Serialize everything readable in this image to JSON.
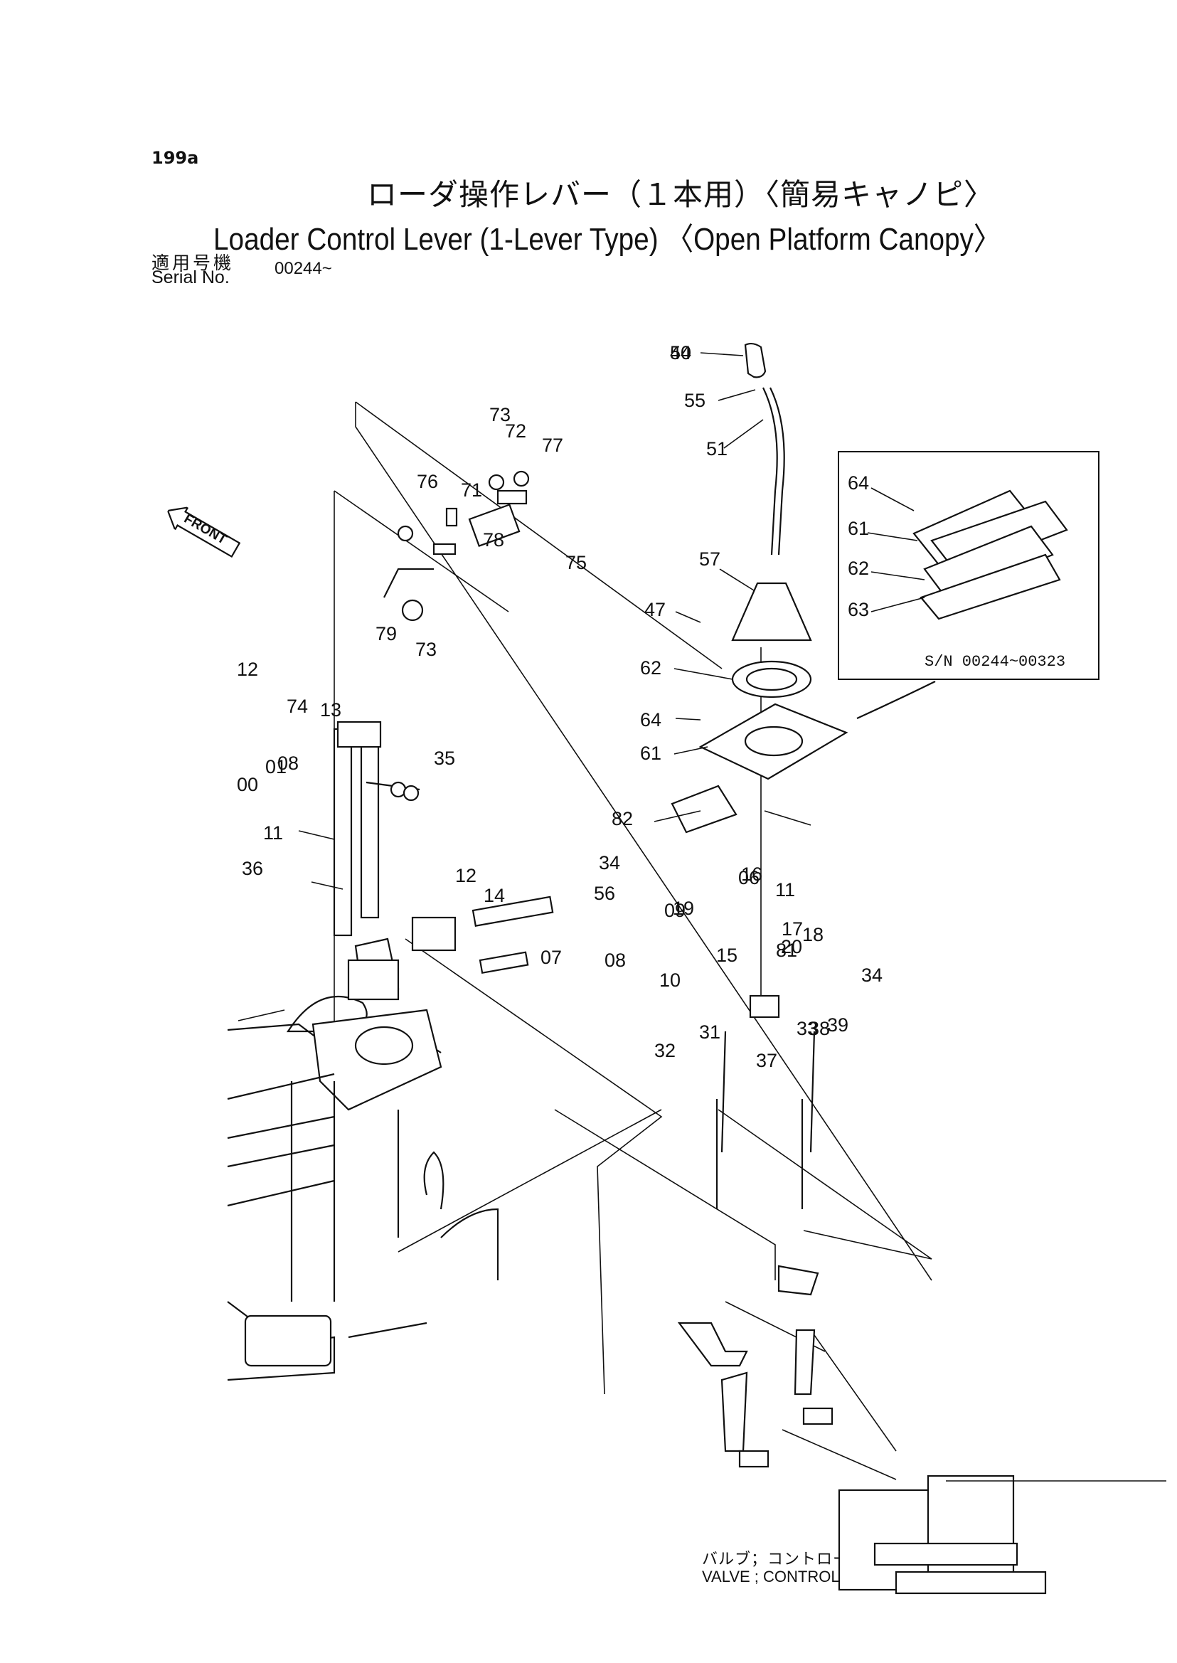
{
  "header": {
    "page_number": "199a",
    "title_jp": "ローダ操作レバー（１本用）〈簡易キャノピ〉",
    "title_en": "Loader Control Lever (1-Lever Type) 〈Open Platform Canopy〉",
    "serial_label_jp": "適用号機",
    "serial_label_en": "Serial No.",
    "serial_value": "00244~"
  },
  "front_marker": "FRONT",
  "inset": {
    "serial_range": "S/N  00244~00323",
    "labels": [
      "64",
      "61",
      "62",
      "63"
    ]
  },
  "valve_label": {
    "jp": "バルブ；コントロール",
    "en": "VALVE ; CONTROL"
  },
  "part_labels": [
    "54",
    "55",
    "51",
    "57",
    "47",
    "62",
    "64",
    "61",
    "82",
    "73",
    "72",
    "77",
    "76",
    "71",
    "78",
    "75",
    "79",
    "73",
    "74",
    "13",
    "12",
    "08",
    "00",
    "01",
    "35",
    "11",
    "36",
    "12",
    "14",
    "07",
    "34",
    "08",
    "10",
    "11",
    "56",
    "09",
    "19",
    "06",
    "20",
    "18",
    "17",
    "16",
    "15",
    "33",
    "81",
    "34",
    "31",
    "32",
    "37",
    "38",
    "39",
    "40"
  ]
}
